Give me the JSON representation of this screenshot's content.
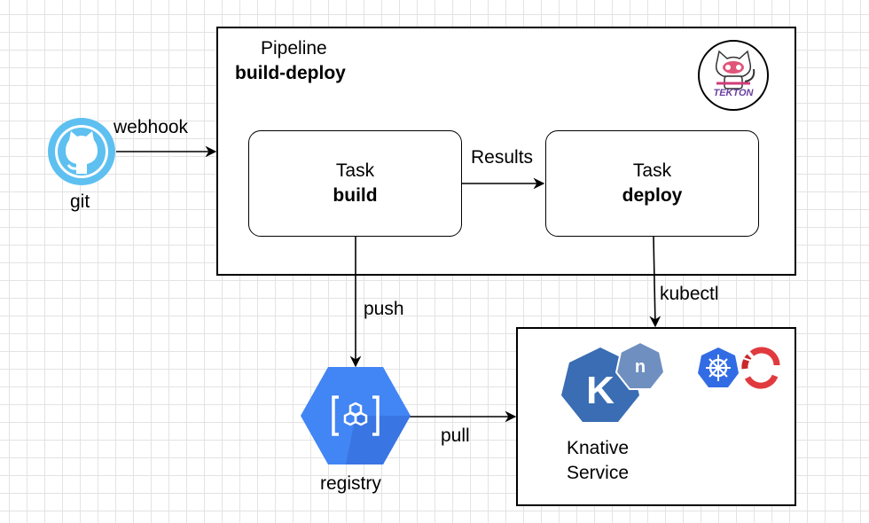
{
  "pipeline": {
    "label": "Pipeline",
    "name": "build-deploy"
  },
  "tasks": [
    {
      "label": "Task",
      "name": "build"
    },
    {
      "label": "Task",
      "name": "deploy"
    }
  ],
  "edges": {
    "webhook": "webhook",
    "results": "Results",
    "push": "push",
    "kubectl": "kubectl",
    "pull": "pull"
  },
  "nodes": {
    "git": "git",
    "registry": "registry",
    "knative_line1": "Knative",
    "knative_line2": "Service"
  },
  "logos": {
    "tekton": "TEKTON",
    "knative_letter": "K",
    "knative_badge": "n"
  },
  "colors": {
    "github": "#5ec0f0",
    "registry": "#4285f4",
    "knative": "#3a6db3",
    "knative_badge": "#6f8fc0",
    "kubernetes": "#326ce5",
    "openshift": "#e03a3e",
    "tekton": "#d23b79"
  }
}
